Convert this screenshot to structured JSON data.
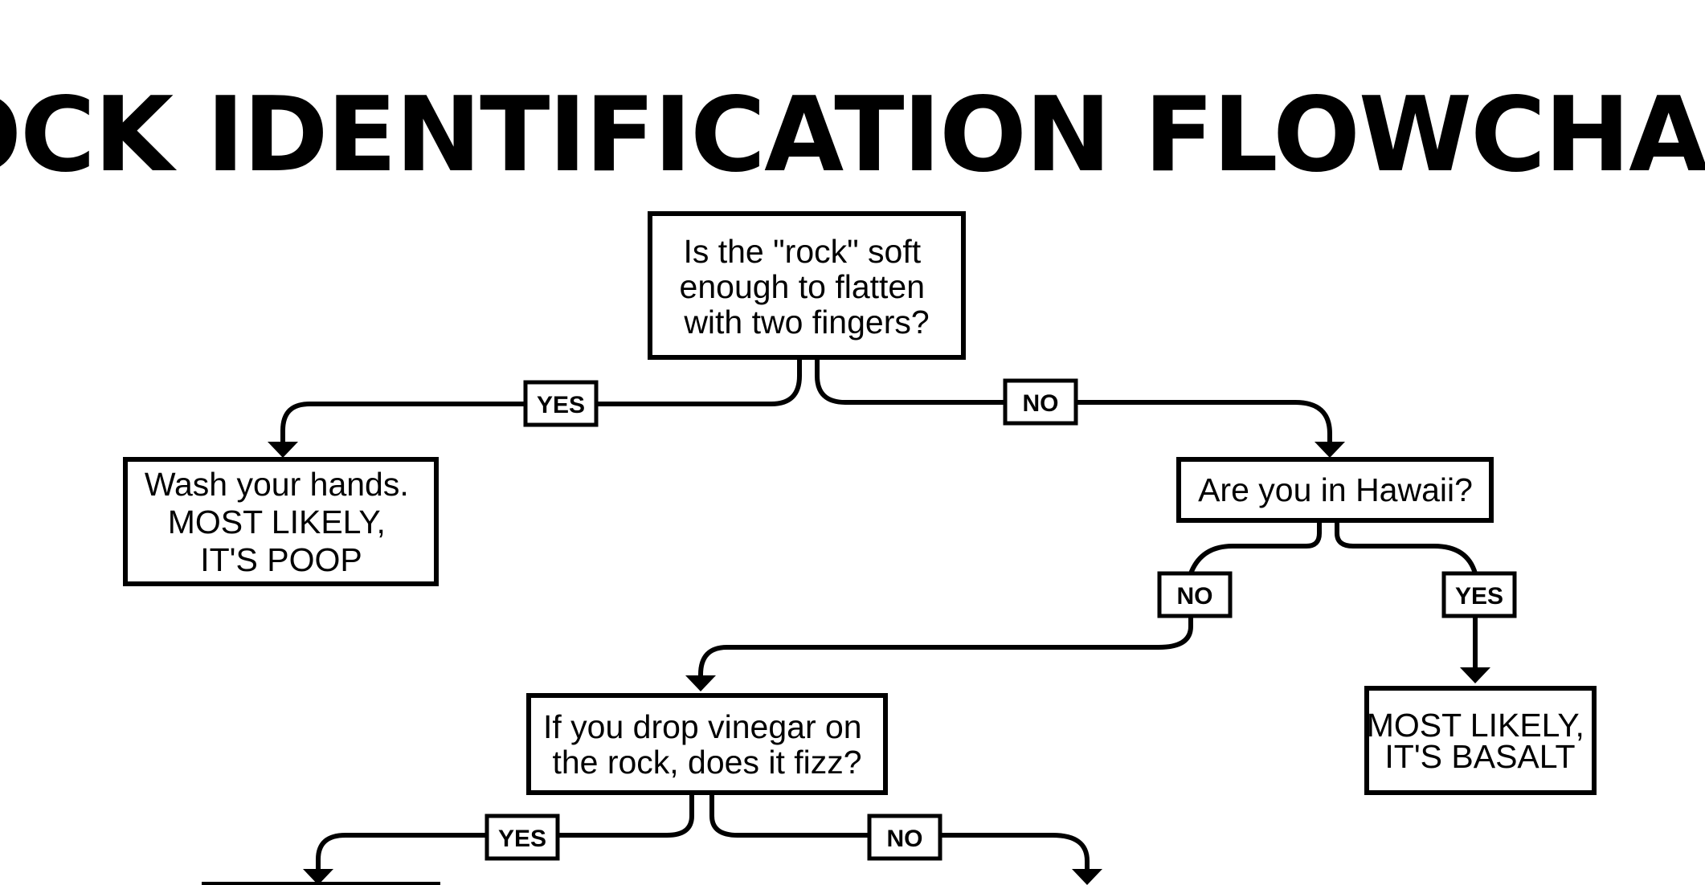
{
  "title": "ROCK IDENTIFICATION FLOWCHART",
  "nodes": {
    "q_soft": [
      "Is the \"rock\" soft",
      "enough to flatten",
      "with two fingers?"
    ],
    "wash_hands": [
      "Wash your hands.",
      "MOST LIKELY,",
      "IT'S POOP"
    ],
    "q_hawaii": [
      "Are you in Hawaii?"
    ],
    "basalt": [
      "MOST LIKELY,",
      "IT'S BASALT"
    ],
    "q_vinegar": [
      "If you drop vinegar on",
      "the rock, does it fizz?"
    ]
  },
  "edges": {
    "soft_yes": "YES",
    "soft_no": "NO",
    "hawaii_no": "NO",
    "hawaii_yes": "YES",
    "vinegar_yes": "YES",
    "vinegar_no": "NO"
  }
}
